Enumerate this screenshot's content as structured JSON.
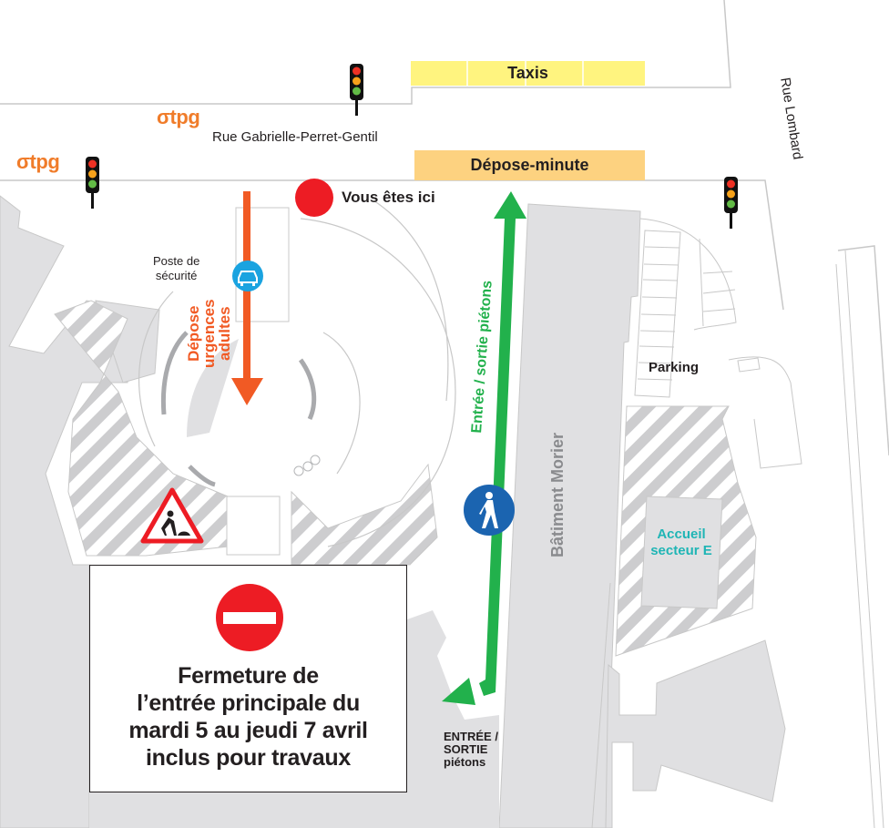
{
  "map": {
    "streets": {
      "main": "Rue Gabrielle-Perret-Gentil",
      "side": "Rue Lombard"
    },
    "tpg_stops": [
      {
        "label": "σtpg",
        "position": "upper"
      },
      {
        "label": "σtpg",
        "position": "lower-left"
      }
    ],
    "zones": {
      "taxis": "Taxis",
      "depose_minute": "Dépose-minute",
      "parking": "Parking"
    },
    "you_are_here": "Vous êtes ici",
    "security_post": [
      "Poste de",
      "sécurité"
    ],
    "emergency_dropoff": [
      "Dépose",
      "urgences",
      "adultes"
    ],
    "pedestrian_route": "Entrée / sortie piétons",
    "building": "Bâtiment Morier",
    "reception": [
      "Accueil",
      "secteur E"
    ],
    "pedestrian_entrance": [
      "ENTRÉE /",
      "SORTIE",
      "piétons"
    ],
    "notice": {
      "lines": [
        "Fermeture de",
        "l’entrée principale du",
        "mardi 5 au jeudi 7 avril",
        "inclus pour travaux"
      ]
    },
    "icons": {
      "traffic_light": "traffic-light-icon",
      "no_entry": "no-entry-icon",
      "roadworks": "roadworks-warning-icon",
      "car": "car-sign-icon",
      "pedestrian": "pedestrian-sign-icon",
      "you_are_here": "red-dot-marker"
    },
    "colors": {
      "building_gray": "#e0e0e2",
      "hatch_gray": "#cdcdcf",
      "road_line": "#c8c8c8",
      "taxi_yellow": "#fff47f",
      "depose_orange": "#fdd280",
      "tpg_orange": "#f07c2a",
      "emergency_orange": "#f15a24",
      "pedestrian_green": "#22b14c",
      "marker_red": "#ed1c24",
      "sign_blue": "#1b64b0",
      "car_blue": "#1aa3e0",
      "reception_teal": "#1fb5b5"
    }
  }
}
